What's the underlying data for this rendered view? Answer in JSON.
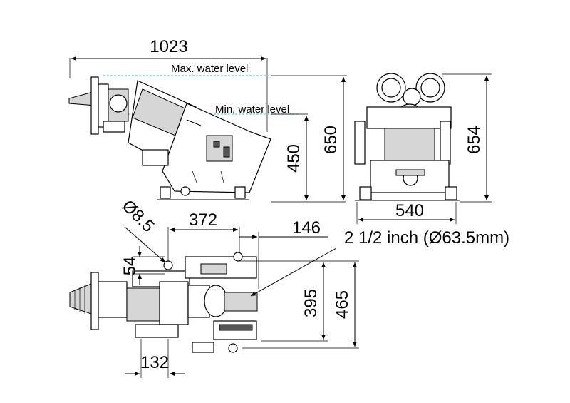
{
  "labels": {
    "side_length": "1023",
    "max_water": "Max. water level",
    "min_water": "Min. water level",
    "side_height_low": "450",
    "side_height_high": "650",
    "front_height": "654",
    "front_width": "540",
    "hole_dia": "Ø8.5",
    "top_bolt_span": "372",
    "top_outlet_offset": "146",
    "outlet_size": "2 1/2 inch (Ø63.5mm)",
    "bolt_offset": "54",
    "top_depth_inner": "395",
    "top_depth_outer": "465",
    "bottom_offset": "132"
  },
  "colors": {
    "water_line": "#7fd3e8",
    "line": "#000000",
    "fill_gray": "#d6d6d6"
  }
}
